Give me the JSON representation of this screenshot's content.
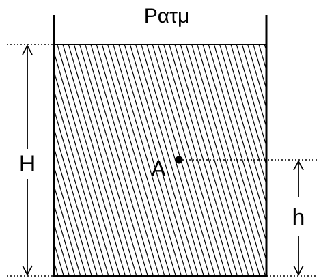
{
  "labels": {
    "pressure": "Pατμ",
    "total_height": "H",
    "point": "A",
    "depth_height": "h"
  },
  "colors": {
    "ink": "#000000",
    "background": "#ffffff"
  }
}
